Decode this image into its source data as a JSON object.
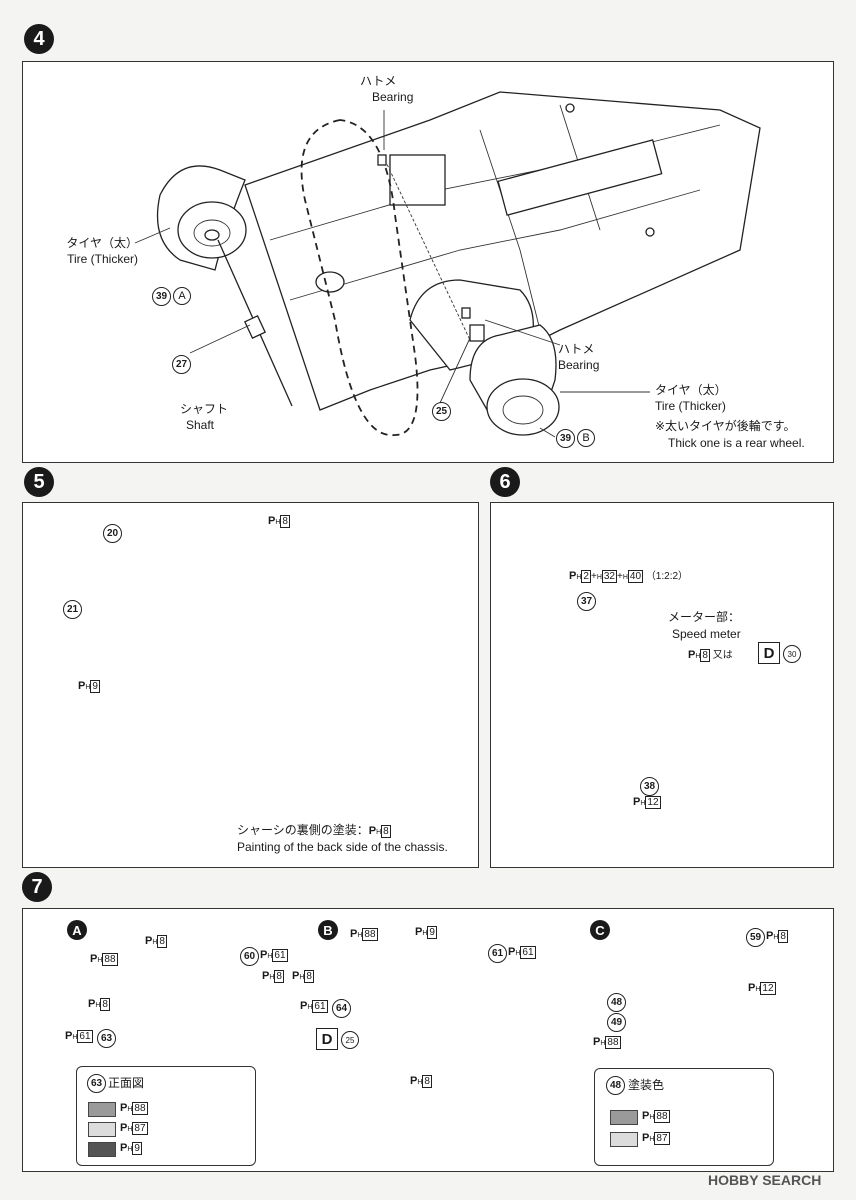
{
  "step4": {
    "badge": "4",
    "bearing_top_jp": "ハトメ",
    "bearing_top_en": "Bearing",
    "tire_left_jp": "タイヤ（太）",
    "tire_left_en": "Tire (Thicker)",
    "part39a": "39",
    "part39a_letter": "A",
    "part27": "27",
    "shaft_jp": "シャフト",
    "shaft_en": "Shaft",
    "part25": "25",
    "bearing_right_jp": "ハトメ",
    "bearing_right_en": "Bearing",
    "tire_right_jp": "タイヤ（太）",
    "tire_right_en": "Tire (Thicker)",
    "note_jp": "※太いタイヤが後輪です。",
    "note_en": "Thick one is a rear wheel.",
    "part39b": "39",
    "part39b_letter": "B"
  },
  "step5": {
    "badge": "5",
    "part20": "20",
    "part21": "21",
    "paint_top": "8",
    "paint_21": "9",
    "note_jp": "シャーシの裏側の塗装：",
    "note_paint": "8",
    "note_en": "Painting of the back side of the chassis."
  },
  "step6": {
    "badge": "6",
    "mix_1": "2",
    "mix_2": "32",
    "mix_3": "40",
    "mix_ratio": "（1:2:2）",
    "part37": "37",
    "meter_jp": "メーター部：",
    "meter_en": "Speed meter",
    "meter_paint": "8",
    "meter_or": "又は",
    "decal_letter": "D",
    "decal_num": "30",
    "part38": "38",
    "part38_paint": "12"
  },
  "step7": {
    "badge": "7",
    "A": {
      "letter": "A",
      "paint_top": "8",
      "paint_88": "88",
      "part60": "60",
      "paint_61": "61",
      "paint_8b": "8",
      "paint_8c": "8",
      "paint_61b": "61",
      "part63": "63",
      "inset_part": "63",
      "inset_title": "正面図",
      "swatch_88": "88",
      "swatch_87": "87",
      "swatch_9": "9"
    },
    "B": {
      "letter": "B",
      "paint_88": "88",
      "paint_9": "9",
      "part61": "61",
      "paint_61": "61",
      "paint_8": "8",
      "paint_61b": "61",
      "part64": "64",
      "decal_letter": "D",
      "decal_num": "25",
      "paint_8b": "8"
    },
    "C": {
      "letter": "C",
      "part59": "59",
      "paint_8": "8",
      "paint_12": "12",
      "part48": "48",
      "part49": "49",
      "paint_88": "88",
      "inset_part": "48",
      "inset_title": "塗装色",
      "swatch_88": "88",
      "swatch_87": "87"
    }
  },
  "watermark": "HOBBY SEARCH",
  "colors": {
    "ink": "#1a1a1a",
    "swatch_88": "#9a9a9a",
    "swatch_87": "#dcdcdc",
    "swatch_9": "#555555",
    "paper": "#f4f4f2"
  }
}
